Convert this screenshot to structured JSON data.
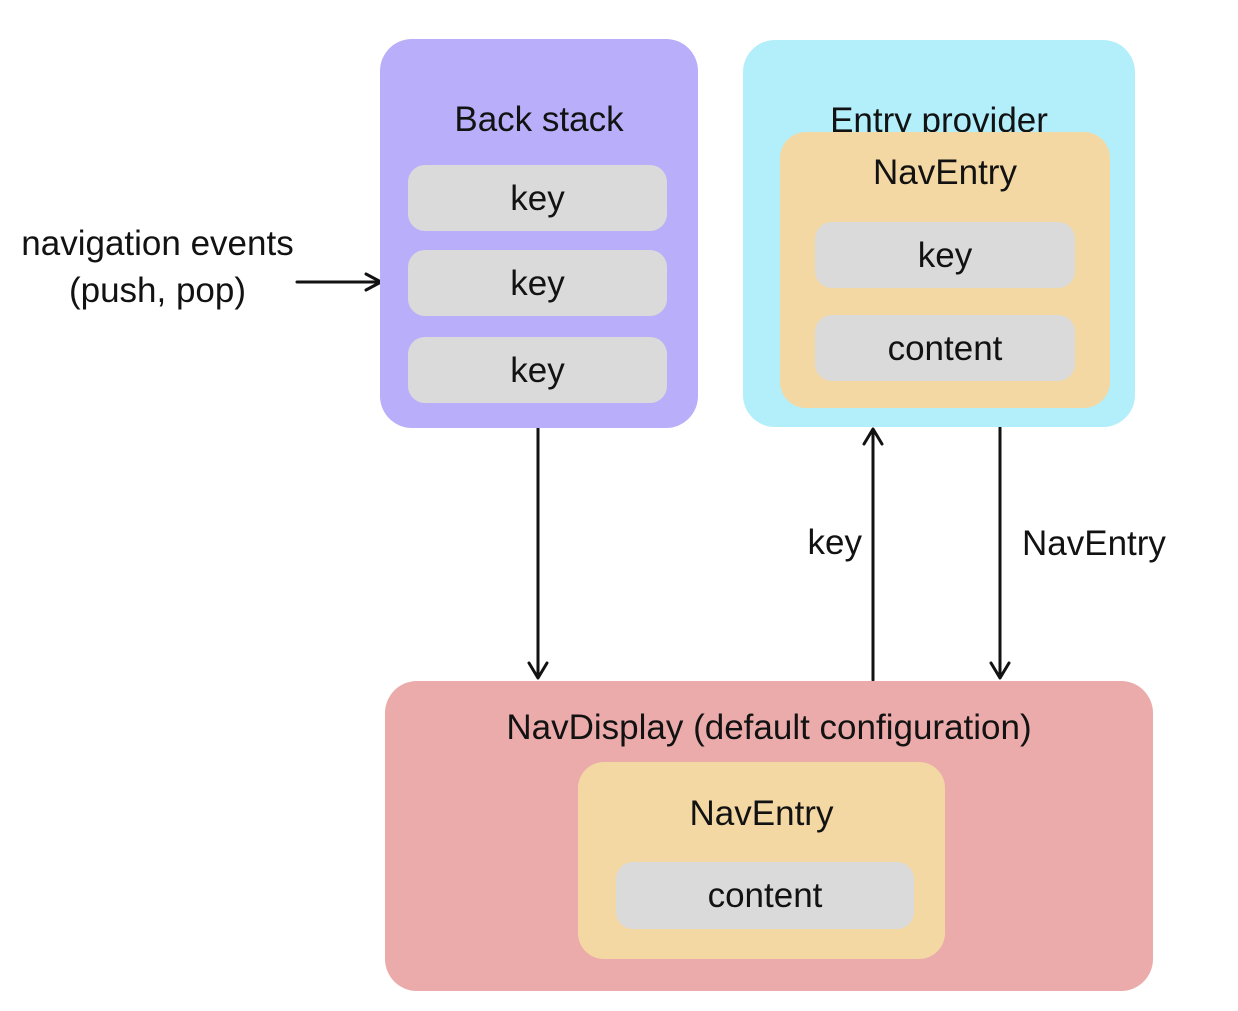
{
  "diagram": {
    "back_stack": {
      "title": "Back stack",
      "keys": [
        "key",
        "key",
        "key"
      ]
    },
    "entry_provider": {
      "title": "Entry provider",
      "nav_entry": {
        "title": "NavEntry",
        "key": "key",
        "content": "content"
      }
    },
    "nav_display": {
      "title": "NavDisplay (default configuration)",
      "nav_entry": {
        "title": "NavEntry",
        "content": "content"
      }
    },
    "labels": {
      "navigation_events_line1": "navigation events",
      "navigation_events_line2": "(push, pop)",
      "key_arrow": "key",
      "nav_entry_arrow": "NavEntry"
    },
    "colors": {
      "background": "#FFFFFF",
      "back_stack": "#B9AEFA",
      "entry_provider": "#B3EFFB",
      "nav_entry": "#F3D8A4",
      "chip": "#DADADA",
      "nav_display": "#EBABAB",
      "text": "#121212",
      "arrow": "#121212"
    }
  }
}
